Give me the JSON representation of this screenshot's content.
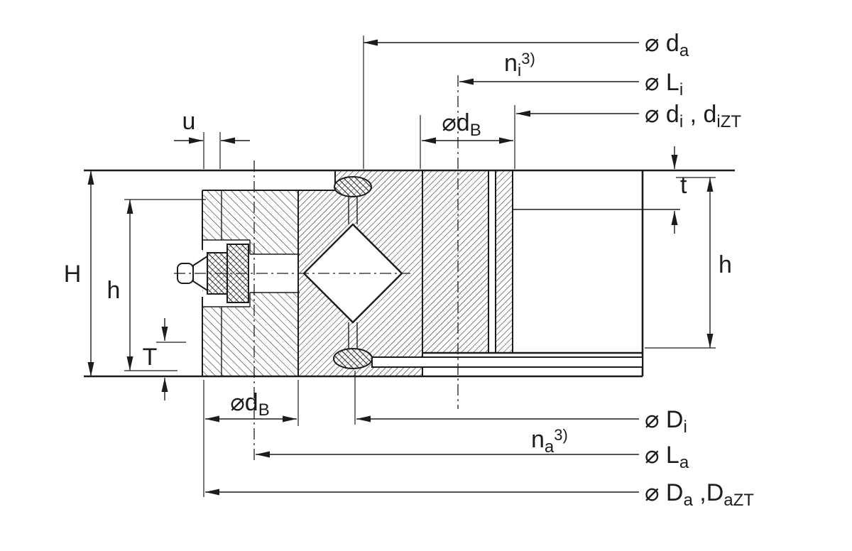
{
  "colors": {
    "background": "#ffffff",
    "line": "#1c1c1c"
  },
  "labels": {
    "d_a": {
      "p1": "⌀ d",
      "s1": "a"
    },
    "n_i": {
      "p1": "n",
      "s1": "i",
      "sup": "3)"
    },
    "L_i": {
      "p1": "⌀ L",
      "s1": "i"
    },
    "d_i": {
      "p1": "⌀ d",
      "s1": "i",
      "p2": " , d",
      "s2": "iZT"
    },
    "d_B_top": {
      "p1": "⌀d",
      "s1": "B"
    },
    "u": {
      "p1": "u"
    },
    "t": {
      "p1": "t"
    },
    "H": {
      "p1": "H"
    },
    "h_left": {
      "p1": "h"
    },
    "h_right": {
      "p1": "h"
    },
    "T": {
      "p1": "T"
    },
    "d_B_bottom": {
      "p1": "⌀d",
      "s1": "B"
    },
    "D_i": {
      "p1": "⌀ D",
      "s1": "i"
    },
    "n_a": {
      "p1": "n",
      "s1": "a",
      "sup": "3)"
    },
    "L_a": {
      "p1": "⌀ L",
      "s1": "a"
    },
    "D_a": {
      "p1": "⌀ D",
      "s1": "a",
      "p2": " ,D",
      "s2": "aZT"
    }
  }
}
